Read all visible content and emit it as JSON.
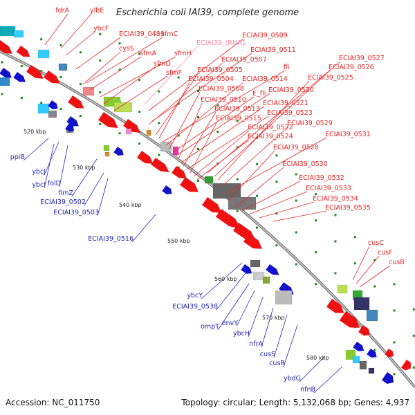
{
  "title": "Escherichia coli IAI39, complete genome",
  "footer": {
    "accession": "Accession: NC_011750",
    "stats": "Topology: circular; Length: 5,132,068 bp; Genes: 4,937"
  },
  "colors": {
    "forward": "#ee1111",
    "reverse": "#1111cc",
    "rna": "#ee88bb",
    "backbone": "#888888"
  },
  "kbp_ticks": [
    "520 kbp",
    "530 kbp",
    "540 kbp",
    "550 kbp",
    "560 kbp",
    "570 kbp",
    "580 kbp"
  ],
  "forward_labels": [
    "fdrA",
    "ylbE",
    "ybcF",
    "ECIAI39_0489",
    "sfmC",
    "cysS",
    "sfmA",
    "sfmH",
    "sfmD",
    "ECIAI39_tRNA1",
    "sfmF",
    "ECIAI39_0509",
    "ECIAI39_0511",
    "ECIAI39_0507",
    "ECIAI39_0505",
    "ECIAI39_0504",
    "fli",
    "ECIAI39_0514",
    "ECIAI39_0508",
    "E_fli",
    "ECIAI39_0520",
    "ECIAI39_0510",
    "ECIAI39_0521",
    "ECIAI39_0513",
    "ECIAI39_0523",
    "ECIAI39_0515",
    "ECIAI39_0522",
    "ECIAI39_0524",
    "ECIAI39_0527",
    "ECIAI39_0526",
    "ECIAI39_0525",
    "ECIAI39_0529",
    "ECIAI39_0531",
    "ECIAI39_0528",
    "ECIAI39_0530",
    "ECIAI39_0532",
    "ECIAI39_0533",
    "ECIAI39_0534",
    "ECIAI39_0535",
    "cusC",
    "cusF",
    "cusB"
  ],
  "reverse_labels": [
    "ppiB",
    "ybcJ",
    "ybcI",
    "folD",
    "fimZ",
    "ECIAI39_0502",
    "ECIAI39_0503",
    "ECIAI39_0516",
    "ybcY",
    "ECIAI39_0538",
    "ompT",
    "envY",
    "ybcH",
    "nfrA",
    "cusS",
    "cusR",
    "ybdG",
    "nfnB"
  ]
}
